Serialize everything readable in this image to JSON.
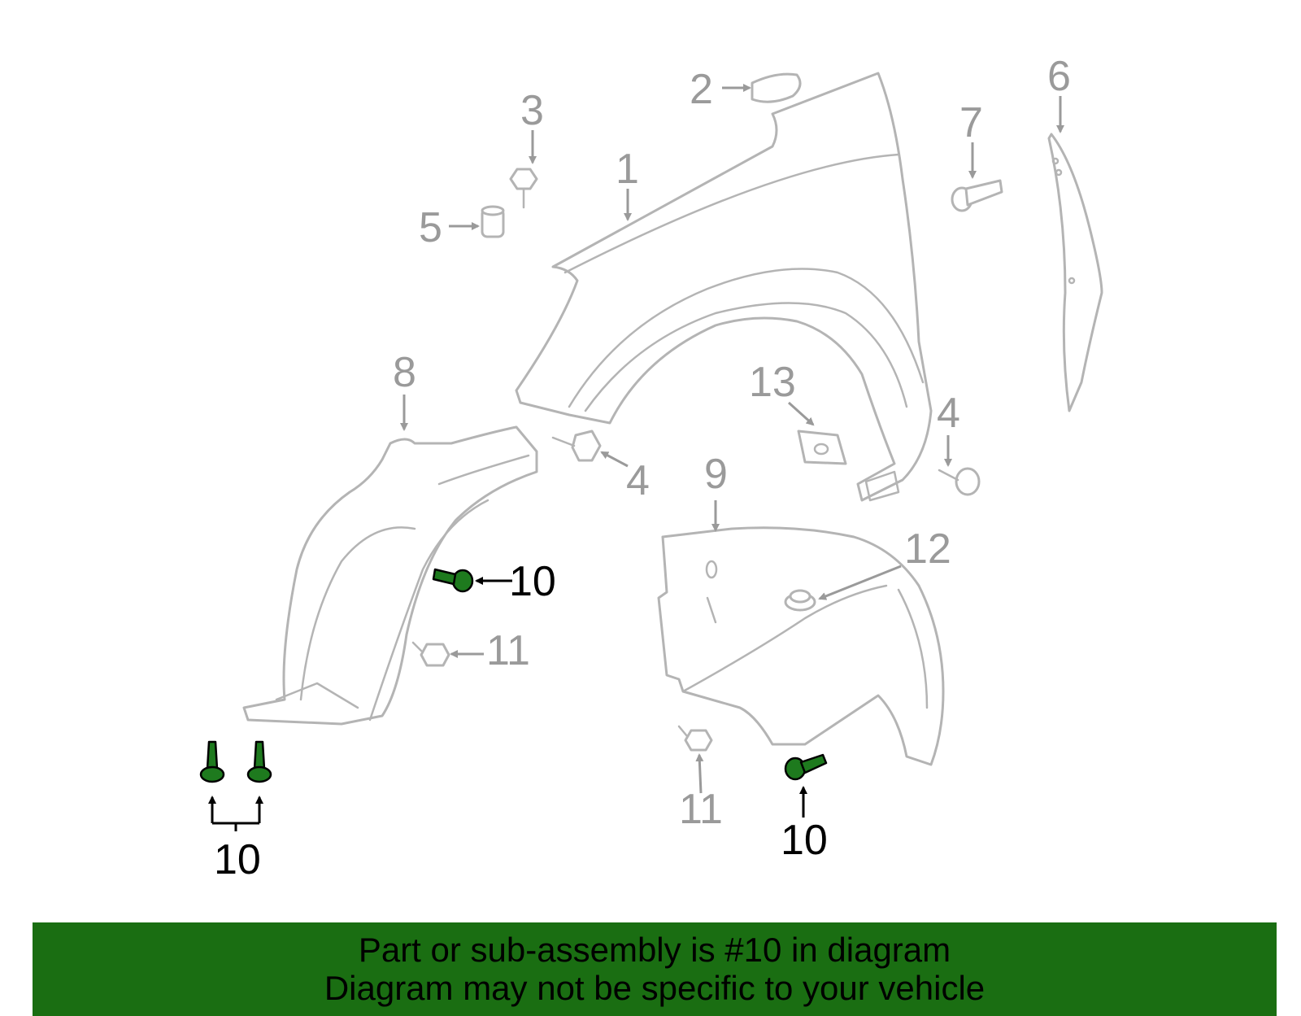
{
  "callouts": {
    "c1": "1",
    "c2": "2",
    "c3": "3",
    "c4a": "4",
    "c4b": "4",
    "c5": "5",
    "c6": "6",
    "c7": "7",
    "c8": "8",
    "c9": "9",
    "c10a": "10",
    "c10b": "10",
    "c10c": "10",
    "c11a": "11",
    "c11b": "11",
    "c12": "12",
    "c13": "13"
  },
  "highlighted_part": "10",
  "colors": {
    "highlight": "#1e7a1e",
    "banner": "#1a6e12",
    "line_art": "#b4b4b4",
    "label_gray": "#9a9a9a"
  },
  "banner": {
    "line1": "Part or sub-assembly is #10 in diagram",
    "line2": "Diagram may not be specific to your vehicle"
  }
}
